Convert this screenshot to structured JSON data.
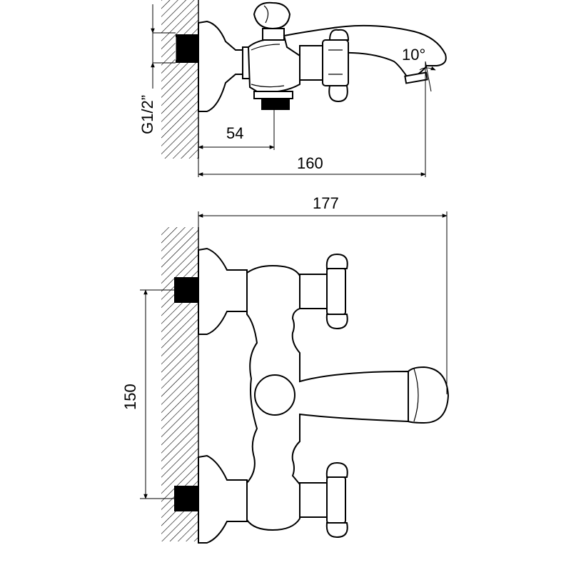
{
  "top_view": {
    "thread_label": "G1/2”",
    "dim_outlet_offset": "54",
    "dim_depth": "160",
    "angle_label": "10°"
  },
  "front_view": {
    "dim_width": "177",
    "dim_center_distance": "150"
  }
}
